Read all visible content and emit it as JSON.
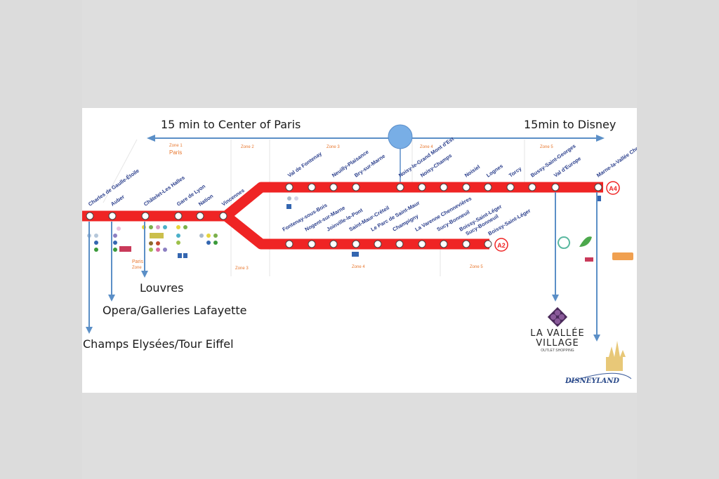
{
  "header": {
    "left_text": "15 min to Center of Paris",
    "right_text": "15min to Disney"
  },
  "zones": {
    "zone1": "Zone 1",
    "paris": "Paris",
    "zone2": "Zone 2",
    "zone3": "Zone 3",
    "zone4": "Zone 4",
    "zone5": "Zone 5",
    "zone3_lower": "Zone 3",
    "zone4_lower": "Zone 4",
    "zone5_lower": "Zone 5",
    "paris_lower": "Paris",
    "zone_lower_paris": "Zone"
  },
  "line_badges": {
    "a4": "A4",
    "a2": "A2"
  },
  "trunk_stations": [
    "Charles de Gaulle-Étoile",
    "Auber",
    "Châtelet-Les Halles",
    "Gare de Lyon",
    "Nation",
    "Vincennes"
  ],
  "a4_stations": [
    "Val de Fontenay",
    "",
    "Neuilly-Plaisance",
    "Bry-sur-Marne",
    "Noisy-le-Grand Mont d'Est",
    "Noisy-Champs",
    "",
    "Noisiel",
    "Lognes",
    "Torcy",
    "Bussy-Saint-Georges",
    "Val d'Europe",
    "Marne-la-Vallée Chessy"
  ],
  "a2_stations": [
    "Fontenay-sous-Bois",
    "Nogent-sur-Marne",
    "Joinville-le-Pont",
    "Saint-Maur-Créteil",
    "Le Parc de Saint-Maur",
    "Champigny",
    "La Varenne Chennevières",
    "Sucy-Bonneuil",
    "Boissy-Saint-Léger"
  ],
  "destinations": {
    "louvres": "Louvres",
    "opera": "Opera/Galleries Lafayette",
    "champs": "Champs Elysées/Tour Eiffel"
  },
  "logos": {
    "vallee_line1": "LA VALLÉE",
    "vallee_line2": "VILLAGE",
    "vallee_sub": "OUTLET SHOPPING",
    "disney": "DISNEYLAND"
  },
  "colors": {
    "rer_red": "#ef2424",
    "arrow_blue": "#5b8fc7",
    "station_label": "#2b3f8c",
    "zone_orange": "#e8772e",
    "marker_blue": "#78aee6"
  }
}
